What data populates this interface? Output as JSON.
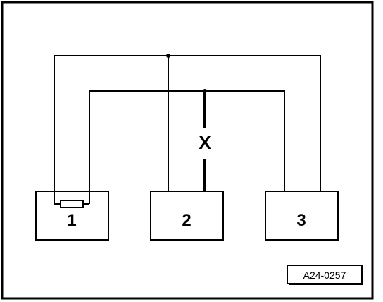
{
  "components": [
    {
      "label": "1"
    },
    {
      "label": "2"
    },
    {
      "label": "3"
    }
  ],
  "wire_label": "X",
  "reference": "A24-0257",
  "colors": {
    "ink": "#000000",
    "paper": "#ffffff"
  }
}
